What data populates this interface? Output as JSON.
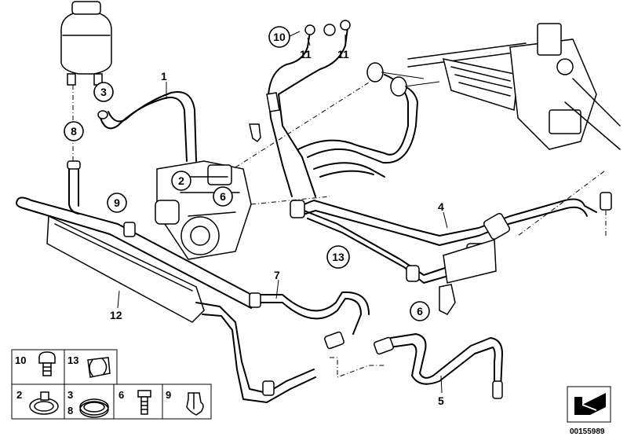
{
  "callouts": {
    "c1": "1",
    "c2": "2",
    "c3": "3",
    "c4": "4",
    "c5": "5",
    "c6a": "6",
    "c6b": "6",
    "c7": "7",
    "c8": "8",
    "c9": "9",
    "c10": "10",
    "c11a": "11",
    "c11b": "11",
    "c12": "12",
    "c13": "13"
  },
  "legend": {
    "cells": [
      {
        "label": "10",
        "icon": "screw-plug-icon"
      },
      {
        "label": "13",
        "icon": "hose-clip-icon"
      },
      {
        "label": "2",
        "icon": "hose-clamp-icon"
      },
      {
        "label": "3",
        "label2": "8",
        "icon": "spring-clamp-icon"
      },
      {
        "label": "6",
        "icon": "bolt-icon"
      },
      {
        "label": "9",
        "icon": "clip-holder-icon"
      }
    ]
  },
  "doc_number": "00155989",
  "doc_icon": "folded-arrow-icon"
}
